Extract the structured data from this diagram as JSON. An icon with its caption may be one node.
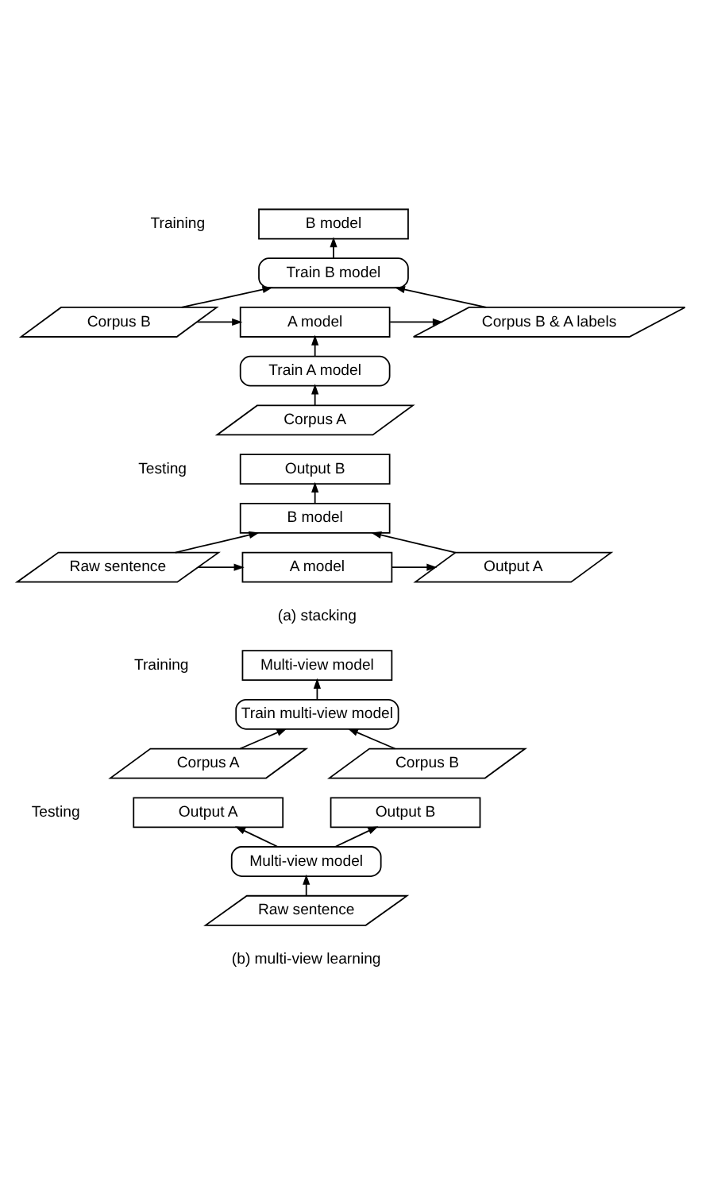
{
  "diagram": {
    "nodes": [
      {
        "text": [
          "B model"
        ]
      },
      {
        "text": [
          "Train B model"
        ]
      },
      {
        "text": [
          "Corpus B"
        ]
      },
      {
        "text": [
          "A model"
        ]
      },
      {
        "text": [
          "Corpus B & A labels"
        ]
      },
      {
        "text": [
          "Train A model"
        ]
      },
      {
        "text": [
          "Corpus A"
        ]
      },
      {
        "text": [
          "Output B"
        ]
      },
      {
        "text": [
          "B model"
        ]
      },
      {
        "text": [
          "Raw sentence"
        ]
      },
      {
        "text": [
          "A model"
        ]
      },
      {
        "text": [
          "Output A"
        ]
      },
      {
        "text": [
          "Multi-view model"
        ]
      },
      {
        "text": [
          "Train multi-view model"
        ]
      },
      {
        "text": [
          "Corpus A"
        ]
      },
      {
        "text": [
          "Corpus B"
        ]
      },
      {
        "text": [
          "Output A"
        ]
      },
      {
        "text": [
          "Output B"
        ]
      },
      {
        "text": [
          "Multi-view model"
        ]
      },
      {
        "text": [
          "Raw sentence"
        ]
      }
    ],
    "edges": [
      {
        "from": 1,
        "to": 0,
        "arrow": "to"
      },
      {
        "from": 2,
        "to": 1,
        "arrow": "to"
      },
      {
        "from": 4,
        "to": 1,
        "arrow": "to"
      },
      {
        "from": 2,
        "to": 3,
        "arrow": "to"
      },
      {
        "from": 3,
        "to": 4,
        "arrow": "to"
      },
      {
        "from": 5,
        "to": 3,
        "arrow": "to"
      },
      {
        "from": 6,
        "to": 5,
        "arrow": "to"
      },
      {
        "from": 8,
        "to": 7,
        "arrow": "to"
      },
      {
        "from": 9,
        "to": 8,
        "arrow": "to"
      },
      {
        "from": 11,
        "to": 8,
        "arrow": "to"
      },
      {
        "from": 9,
        "to": 10,
        "arrow": "to"
      },
      {
        "from": 10,
        "to": 11,
        "arrow": "to"
      },
      {
        "from": 13,
        "to": 12,
        "arrow": "to"
      },
      {
        "from": 14,
        "to": 13,
        "arrow": "to"
      },
      {
        "from": 15,
        "to": 13,
        "arrow": "to"
      },
      {
        "from": 18,
        "to": 16,
        "arrow": "to"
      },
      {
        "from": 18,
        "to": 17,
        "arrow": "to"
      },
      {
        "from": 19,
        "to": 18,
        "arrow": "to"
      }
    ],
    "labels": [
      "Training",
      "Testing",
      "(a) stacking",
      "Training",
      "Testing",
      "(b) multi-view learning"
    ]
  }
}
